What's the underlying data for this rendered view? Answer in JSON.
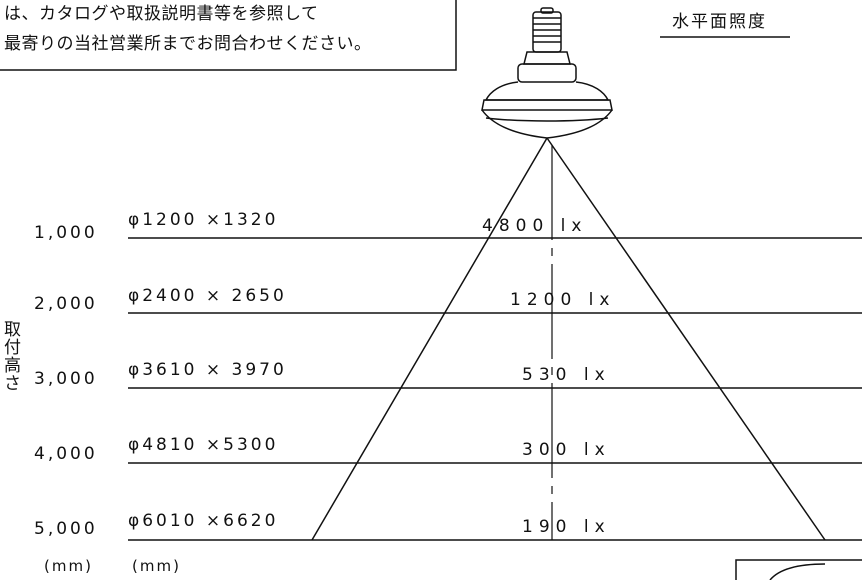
{
  "note": {
    "line1": "は、カタログや取扱説明書等を参照して",
    "line2": "最寄りの当社営業所までお問合わせください。"
  },
  "title": "水平面照度",
  "axis_label": "取付高さ",
  "rows": [
    {
      "height": "1,000",
      "spread": "φ1200 ×1320",
      "lux": "4800 lx"
    },
    {
      "height": "2,000",
      "spread": "φ2400 × 2650",
      "lux": "1200 lx"
    },
    {
      "height": "3,000",
      "spread": "φ3610 × 3970",
      "lux": "530 lx"
    },
    {
      "height": "4,000",
      "spread": "φ4810 ×5300",
      "lux": "300 lx"
    },
    {
      "height": "5,000",
      "spread": "φ6010 ×6620",
      "lux": "190 lx"
    }
  ],
  "units": {
    "height": "(mm)",
    "spread": "(mm)"
  }
}
